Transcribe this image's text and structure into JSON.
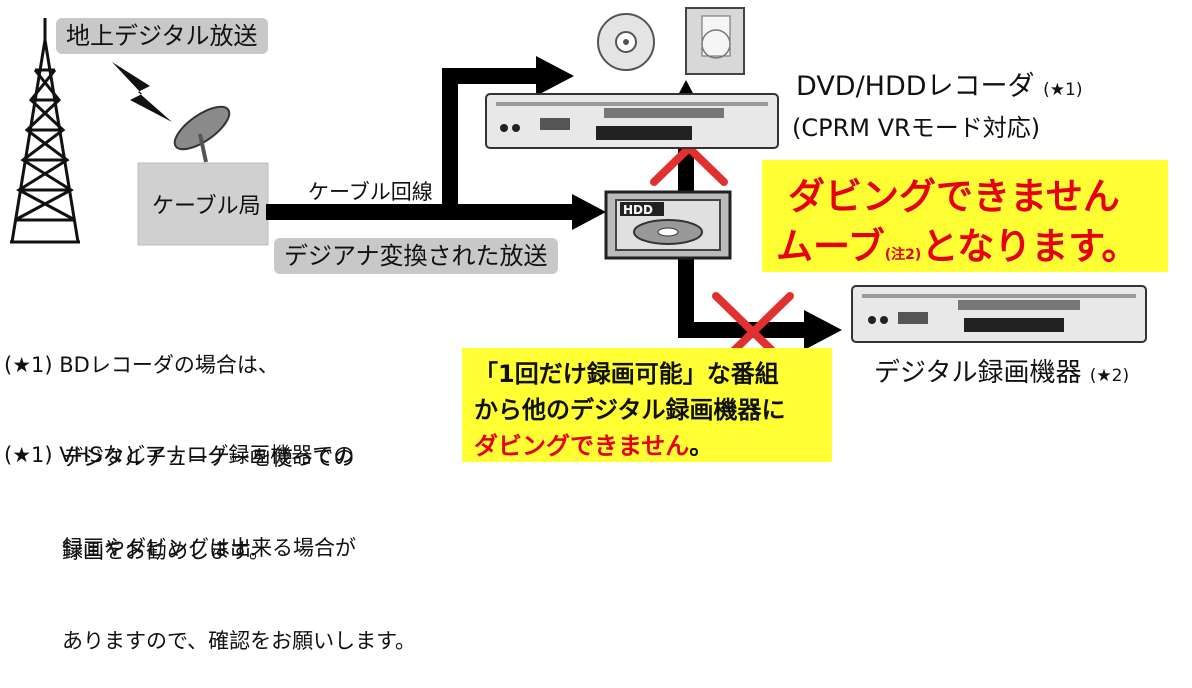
{
  "labels": {
    "terrestrial": "地上デジタル放送",
    "cable_station": "ケーブル局",
    "cable_line": "ケーブル回線",
    "converted": "デジアナ変換された放送",
    "dvd_recorder": "DVD/HDDレコーダ",
    "dvd_star": "(★1)",
    "cprm": "(CPRM VRモード対応)",
    "digital_recorder": "デジタル録画機器",
    "digital_star": "(★2)",
    "hdd_label": "HDD"
  },
  "warning_big": {
    "line1": "ダビングできません",
    "line2_a": "ムーブ",
    "line2_note": "(注2)",
    "line2_b": "となります。"
  },
  "warning_small": {
    "line1": "「1回だけ録画可能」な番組",
    "line2": "から他のデジタル録画機器に",
    "line3_red": "ダビングできません",
    "line3_end": "。"
  },
  "notes": {
    "n1_mark": "(★1)",
    "n1_l1": "BDレコーダの場合は、",
    "n1_l2": "デジタルチューナーを使っての",
    "n1_l3": "録画をお勧めします。",
    "n2_mark": "(★1)",
    "n2_l1": "VHSなどアナログ録画機器での",
    "n2_l2": "録画やダビングは出来る場合が",
    "n2_l3": "ありますので、確認をお願いします。"
  },
  "colors": {
    "accent_red": "#e60012",
    "highlight_yellow": "#ffff33",
    "label_gray": "#c8c8c8"
  }
}
